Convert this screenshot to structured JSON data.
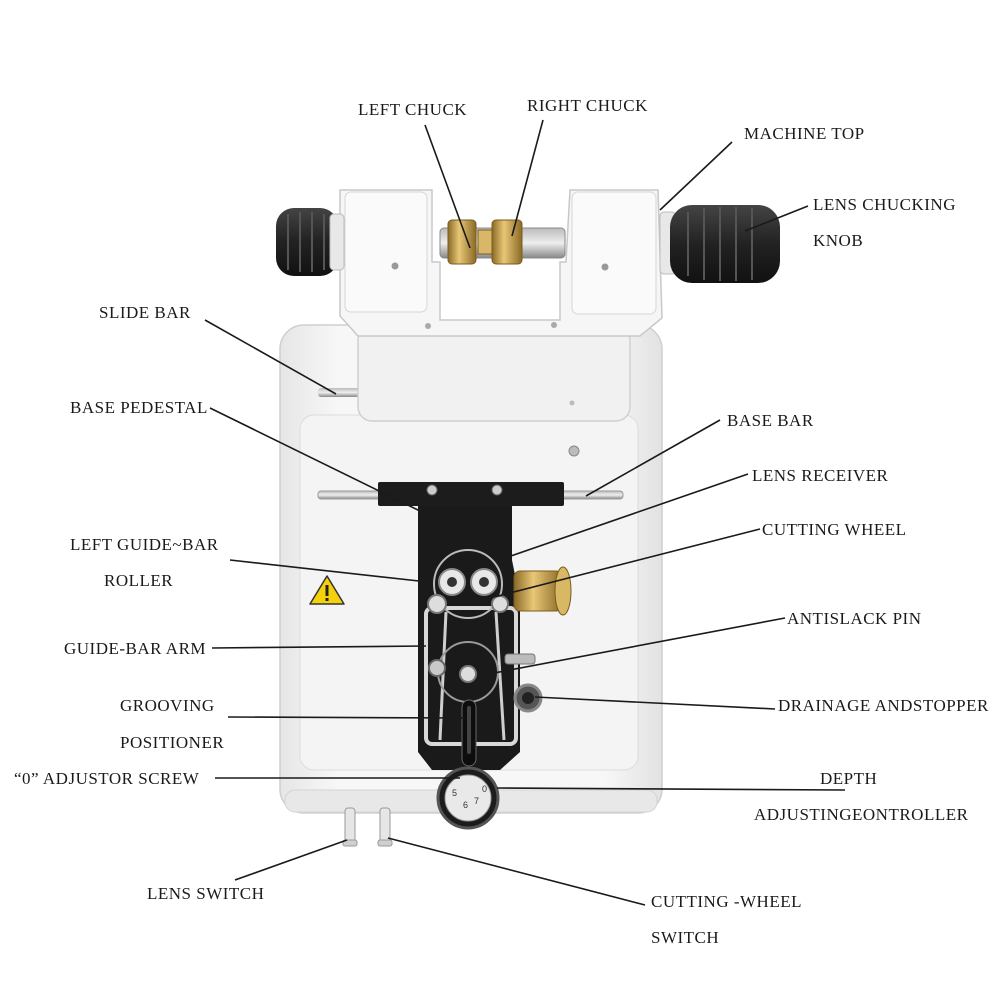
{
  "labels": {
    "left_chuck": "LEFT CHUCK",
    "right_chuck": "RIGHT CHUCK",
    "machine_top": "MACHINE TOP",
    "lens_chucking_knob_1": "LENS CHUCKING",
    "lens_chucking_knob_2": "KNOB",
    "slide_bar": "SLIDE BAR",
    "base_pedestal": "BASE PEDESTAL",
    "base_bar": "BASE BAR",
    "lens_receiver": "LENS RECEIVER",
    "cutting_wheel": "CUTTING WHEEL",
    "left_guide_bar_roller_1": "LEFT GUIDE~BAR",
    "left_guide_bar_roller_2": "ROLLER",
    "antislack_pin": "ANTISLACK PIN",
    "guide_bar_arm": "GUIDE-BAR ARM",
    "drainage_and_stopper": "DRAINAGE ANDSTOPPER",
    "grooving_positioner_1": "GROOVING",
    "grooving_positioner_2": "POSITIONER",
    "zero_adjustor_screw": "“0” ADJUSTOR SCREW",
    "depth_adjusting_controller_1": "DEPTH",
    "depth_adjusting_controller_2": "ADJUSTINGEONTROLLER",
    "lens_switch": "LENS SWITCH",
    "cutting_wheel_switch_1": "CUTTING -WHEEL",
    "cutting_wheel_switch_2": "SWITCH"
  },
  "dial_numbers": [
    "5",
    "6",
    "7",
    "0"
  ],
  "colors": {
    "body": "#f2f2f2",
    "outline": "#c9c9c9",
    "knob": "#2b2b2b",
    "brass": "#c9a24a",
    "arm": "#1c1c1c",
    "warning": "#f4d20b",
    "leader": "#1a1a1a"
  }
}
